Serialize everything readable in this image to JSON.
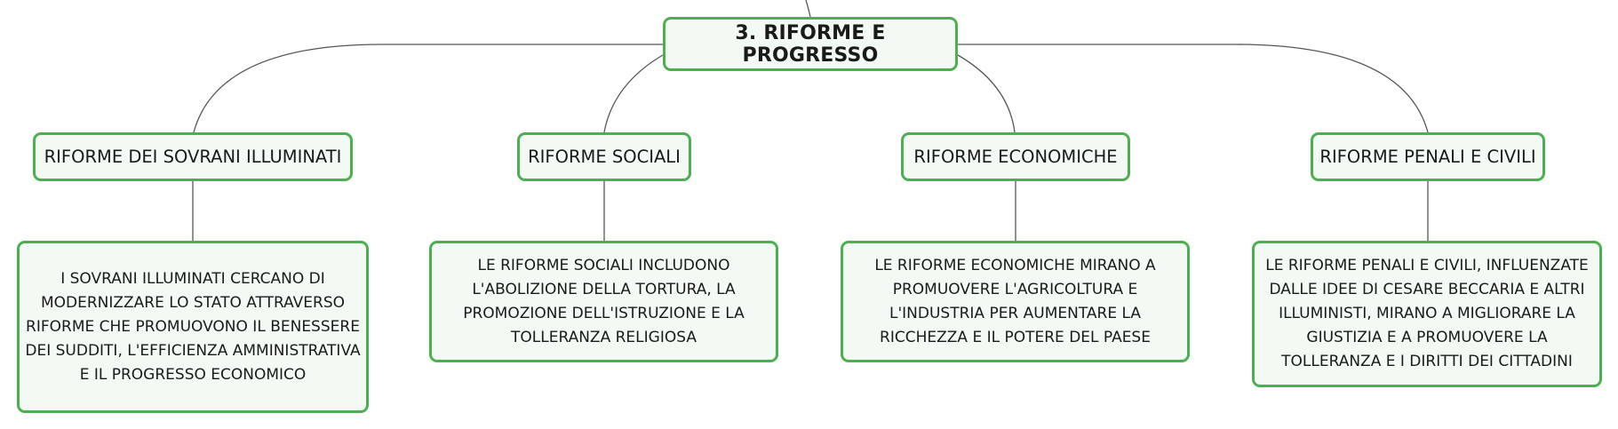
{
  "colors": {
    "node_border": "#4caf50",
    "node_fill": "#f2faf3",
    "connector": "#555555",
    "text": "#1a1a1a"
  },
  "root": {
    "label": "3. RIFORME E PROGRESSO"
  },
  "branches": [
    {
      "label": "RIFORME DEI SOVRANI ILLUMINATI",
      "detail": "I SOVRANI ILLUMINATI CERCANO DI MODERNIZZARE LO STATO ATTRAVERSO RIFORME CHE PROMUOVONO IL BENESSERE DEI SUDDITI, L'EFFICIENZA AMMINISTRATIVA E IL PROGRESSO ECONOMICO"
    },
    {
      "label": "RIFORME SOCIALI",
      "detail": "LE RIFORME SOCIALI INCLUDONO L'ABOLIZIONE DELLA TORTURA, LA PROMOZIONE DELL'ISTRUZIONE E LA TOLLERANZA RELIGIOSA"
    },
    {
      "label": "RIFORME ECONOMICHE",
      "detail": "LE RIFORME ECONOMICHE MIRANO A PROMUOVERE L'AGRICOLTURA E L'INDUSTRIA PER AUMENTARE LA RICCHEZZA E IL POTERE DEL PAESE"
    },
    {
      "label": "RIFORME PENALI E CIVILI",
      "detail": "LE RIFORME PENALI E CIVILI, INFLUENZATE DALLE IDEE DI CESARE BECCARIA E ALTRI ILLUMINISTI, MIRANO A MIGLIORARE LA GIUSTIZIA E A PROMUOVERE LA TOLLERANZA E I DIRITTI DEI CITTADINI"
    }
  ]
}
